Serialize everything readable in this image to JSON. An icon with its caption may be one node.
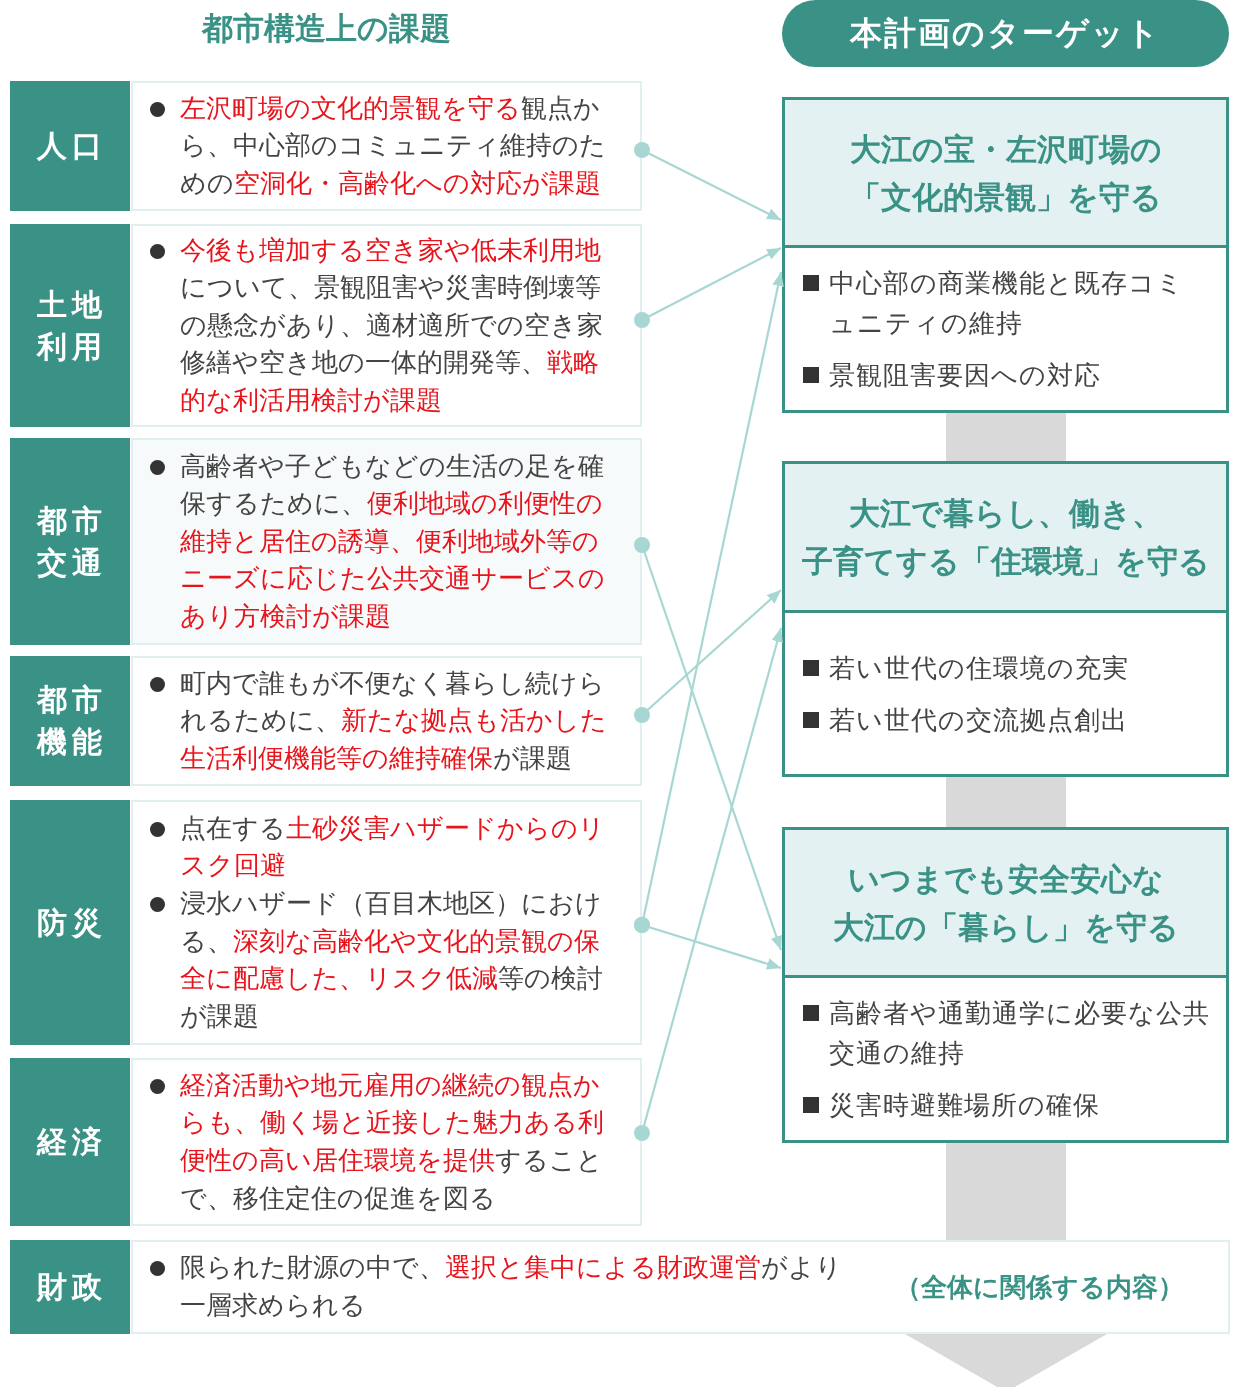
{
  "diagram": {
    "nodes": [
      {
        "text": [
          "人口",
          "**左沢町場の文化的景観を守る**観点から、中心部のコミュニティ維持のための**空洞化・高齢化への対応が課題**"
        ]
      },
      {
        "text": [
          "土地利用",
          "**今後も増加する空き家や低未利用地**について、景観阻害や災害時倒壊等の懸念があり、適材適所での空き家修繕や空き地の一体的開発等、**戦略的な利活用検討が課題**"
        ]
      },
      {
        "text": [
          "都市交通",
          "高齢者や子どもなどの生活の足を確保するために、**便利地域の利便性の維持と居住の誘導、便利地域外等のニーズに応じた公共交通サービスのあり方検討が課題**"
        ]
      },
      {
        "text": [
          "都市機能",
          "町内で誰もが不便なく暮らし続けられるために、**新たな拠点も活かした生活利便機能等の維持確保**が課題"
        ]
      },
      {
        "text": [
          "防災",
          "点在する**土砂災害ハザードからのリスク回避**",
          "浸水ハザード（百目木地区）における、**深刻な高齢化や文化的景観の保全に配慮した、リスク低減**等の検討が課題"
        ]
      },
      {
        "text": [
          "経済",
          "**経済活動や地元雇用の継続の観点からも、働く場と近接した魅力ある利便性の高い居住環境を提供**することで、移住定住の促進を図る"
        ]
      },
      {
        "text": [
          "財政",
          "限られた財源の中で、**選択と集中による財政運営**がより一層求められる",
          "（全体に関係する内容）"
        ]
      },
      {
        "text": [
          "本計画のターゲット"
        ]
      },
      {
        "text": [
          "大江の宝・左沢町場の「文化的景観」を守る",
          "中心部の商業機能と既存コミュニティの維持",
          "景観阻害要因への対応"
        ]
      },
      {
        "text": [
          "大江で暮らし、働き、子育てする「住環境」を守る",
          "若い世代の住環境の充実",
          "若い世代の交流拠点創出"
        ]
      },
      {
        "text": [
          "いつまでも安全安心な大江の「暮らし」を守る",
          "高齢者や通勤通学に必要な公共交通の維持",
          "災害時避難場所の確保"
        ]
      }
    ],
    "edges": [
      {
        "from": 0,
        "to": 8,
        "arrow": "to"
      },
      {
        "from": 1,
        "to": 8,
        "arrow": "to"
      },
      {
        "from": 2,
        "to": 10,
        "arrow": "to"
      },
      {
        "from": 3,
        "to": 9,
        "arrow": "to"
      },
      {
        "from": 4,
        "to": 8,
        "arrow": "to"
      },
      {
        "from": 4,
        "to": 10,
        "arrow": "to"
      },
      {
        "from": 5,
        "to": 9,
        "arrow": "to"
      }
    ],
    "labels": [
      "都市構造上の課題"
    ]
  }
}
